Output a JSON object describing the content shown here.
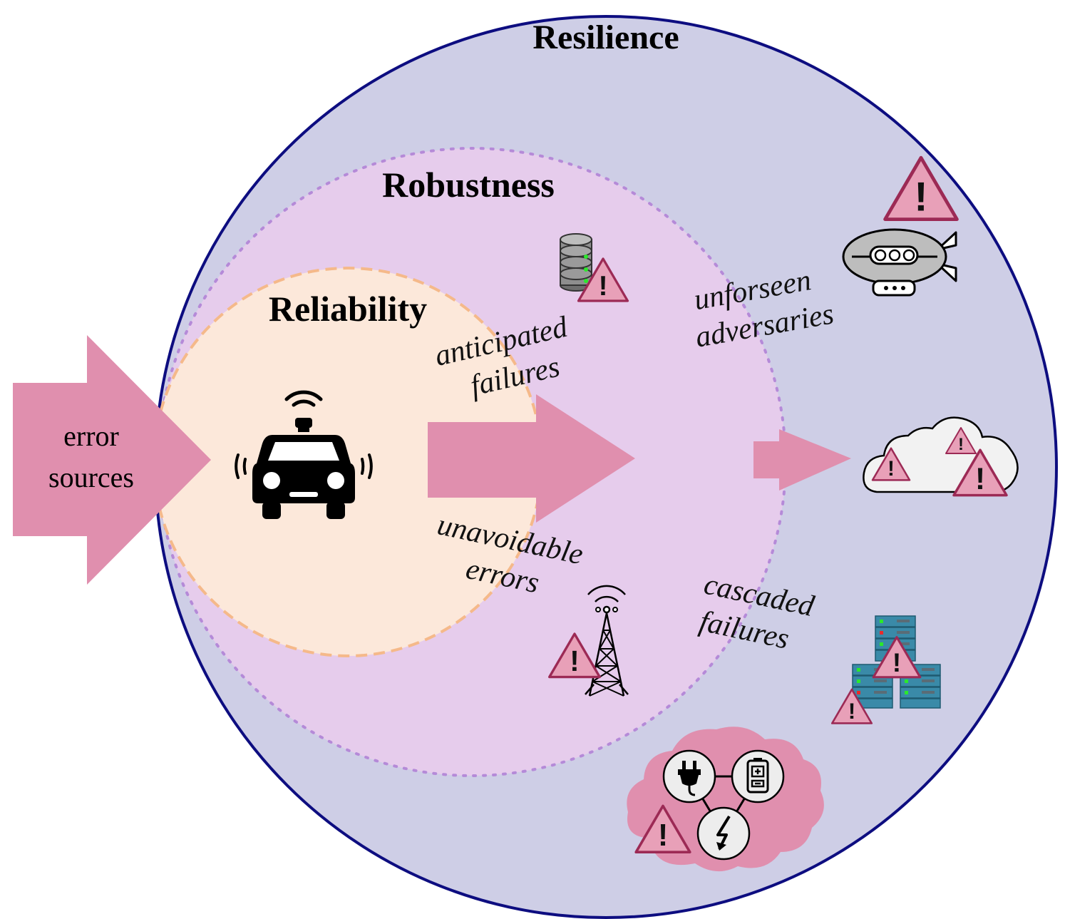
{
  "regions": {
    "resilience": {
      "title": "Resilience"
    },
    "robustness": {
      "title": "Robustness"
    },
    "reliability": {
      "title": "Reliability"
    }
  },
  "input_arrow": {
    "line1": "error",
    "line2": "sources"
  },
  "threat_labels": {
    "anticipated": {
      "line1": "anticipated",
      "line2": "failures"
    },
    "unavoidable": {
      "line1": "unavoidable",
      "line2": "errors"
    },
    "unforseen": {
      "line1": "unforseen",
      "line2": "adversaries"
    },
    "cascaded": {
      "line1": "cascaded",
      "line2": "failures"
    }
  },
  "warning_glyph": "!",
  "colors": {
    "resilience_fill": "#cecee6",
    "resilience_stroke": "#0d0d80",
    "robustness_fill": "#e6ccec",
    "robustness_stroke": "#b58ad8",
    "reliability_fill": "#fce8da",
    "reliability_stroke": "#f5b98a",
    "arrow_fill": "#e08fae",
    "warning_fill": "#e8a0b8",
    "warning_stroke": "#9c2a55"
  },
  "icons": [
    "self-driving-car-icon",
    "database-icon",
    "airship-icon",
    "cloud-icon",
    "radio-tower-icon",
    "server-rack-icon",
    "power-plug-icon",
    "battery-icon",
    "lightning-icon",
    "warning-icon"
  ]
}
